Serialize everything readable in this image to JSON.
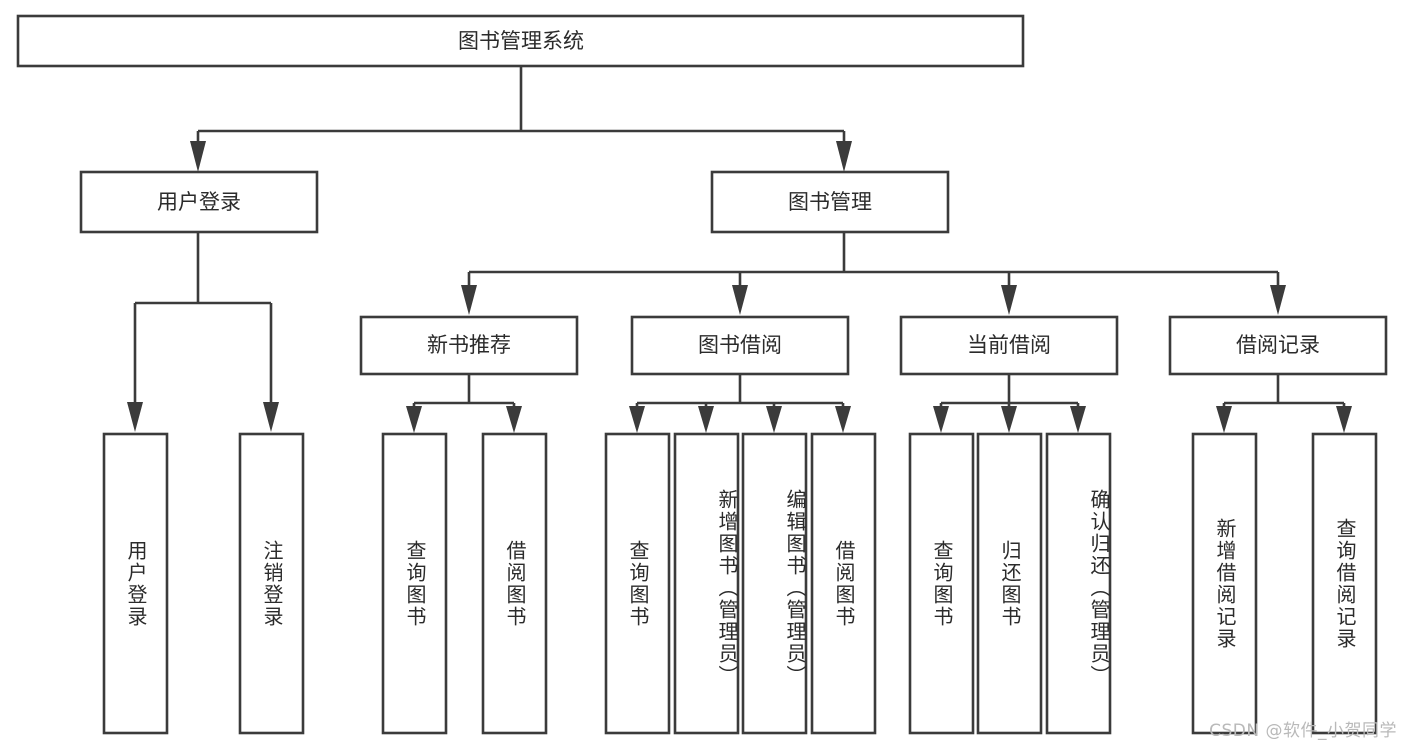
{
  "diagram": {
    "title": "图书管理系统",
    "type": "tree",
    "watermark": "CSDN @软件_小贺同学",
    "colors": {
      "stroke": "#3b3b3b",
      "fill": "#ffffff",
      "text": "#2b2b2b",
      "watermark": "#b9b9b9",
      "background": "#ffffff"
    },
    "root": {
      "label": "图书管理系统"
    },
    "level2": [
      {
        "label": "用户登录"
      },
      {
        "label": "图书管理"
      }
    ],
    "level3": [
      {
        "label": "新书推荐"
      },
      {
        "label": "图书借阅"
      },
      {
        "label": "当前借阅"
      },
      {
        "label": "借阅记录"
      }
    ],
    "leaves": {
      "user_login": [
        {
          "label": "用户登录"
        },
        {
          "label": "注销登录"
        }
      ],
      "new_book_recommend": [
        {
          "label": "查询图书"
        },
        {
          "label": "借阅图书"
        }
      ],
      "book_borrow": [
        {
          "label": "查询图书"
        },
        {
          "label": "新增图书（管理员）"
        },
        {
          "label": "编辑图书（管理员）"
        },
        {
          "label": "借阅图书"
        }
      ],
      "current_borrow": [
        {
          "label": "查询图书"
        },
        {
          "label": "归还图书"
        },
        {
          "label": "确认归还（管理员）"
        }
      ],
      "borrow_record": [
        {
          "label": "新增借阅记录"
        },
        {
          "label": "查询借阅记录"
        }
      ]
    }
  }
}
